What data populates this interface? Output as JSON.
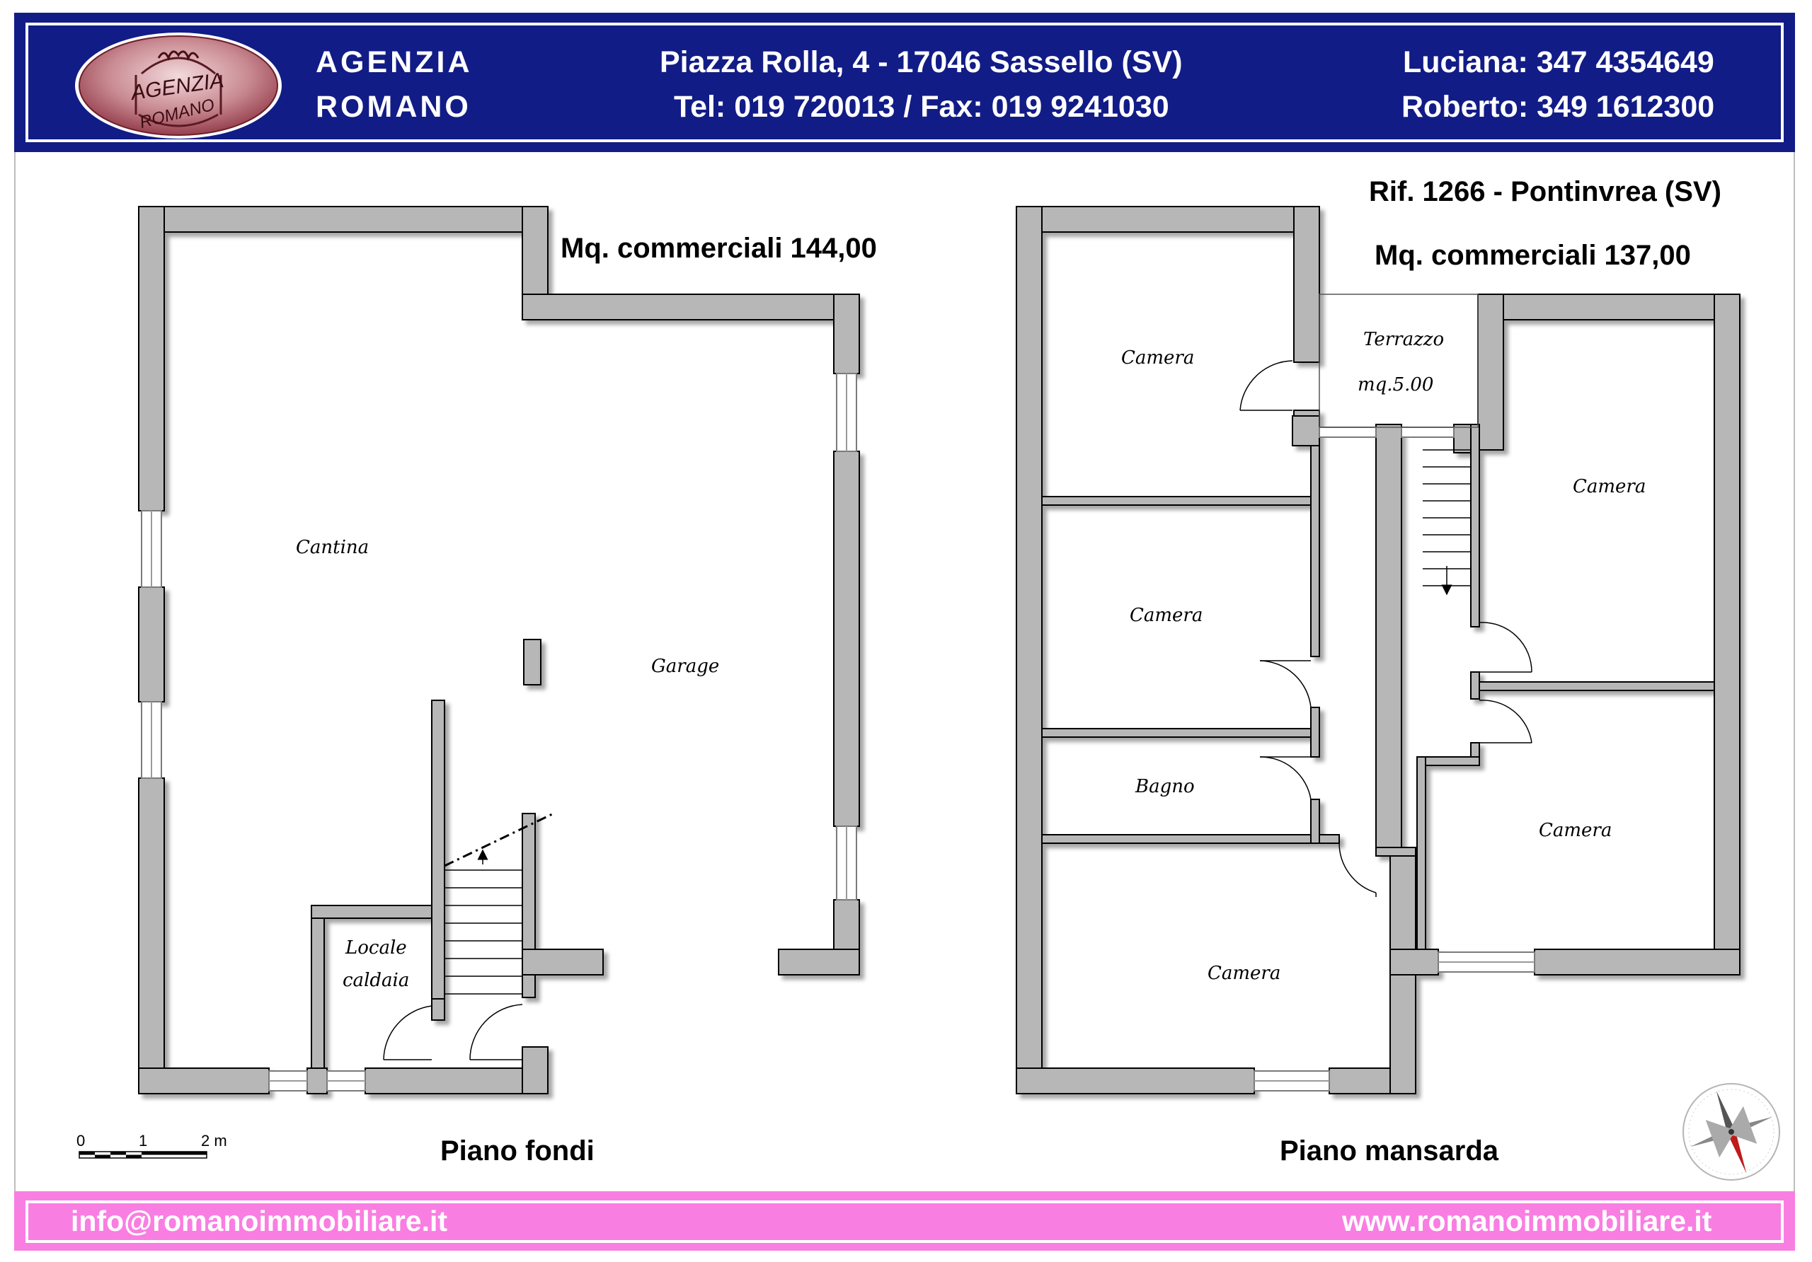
{
  "header": {
    "agency_line1": "AGENZIA",
    "agency_line2": "ROMANO",
    "address": "Piazza Rolla, 4 - 17046 Sassello (SV)",
    "phone_fax": "Tel: 019 720013 / Fax: 019 9241030",
    "contact1": "Luciana: 347 4354649",
    "contact2": "Roberto: 349 1612300",
    "logo_text_top": "AGENZIA",
    "logo_text_bottom": "ROMANO",
    "background_color": "#121c86"
  },
  "reference": "Rif. 1266 - Pontinvrea (SV)",
  "floor_left": {
    "area": "Mq. commerciali 144,00",
    "title": "Piano fondi",
    "rooms": {
      "cantina": "Cantina",
      "garage": "Garage",
      "locale": "Locale",
      "caldaia": "caldaia"
    }
  },
  "floor_right": {
    "area": "Mq. commerciali 137,00",
    "title": "Piano mansarda",
    "rooms": {
      "camera1": "Camera",
      "camera2": "Camera",
      "camera3": "Camera",
      "camera4": "Camera",
      "camera5": "Camera",
      "bagno": "Bagno",
      "terrazzo": "Terrazzo",
      "terrazzo_area": "mq.5.00"
    }
  },
  "scale_bar": {
    "label_0": "0",
    "label_1": "1",
    "label_2": "2 m"
  },
  "footer": {
    "email": "info@romanoimmobiliare.it",
    "website": "www.romanoimmobiliare.it",
    "background_color": "#f97ee2"
  },
  "icons": {
    "compass": "compass-rose-icon",
    "logo": "agency-logo-icon"
  },
  "colors": {
    "wall_fill": "#b7b7b7",
    "wall_stroke": "#000000"
  }
}
